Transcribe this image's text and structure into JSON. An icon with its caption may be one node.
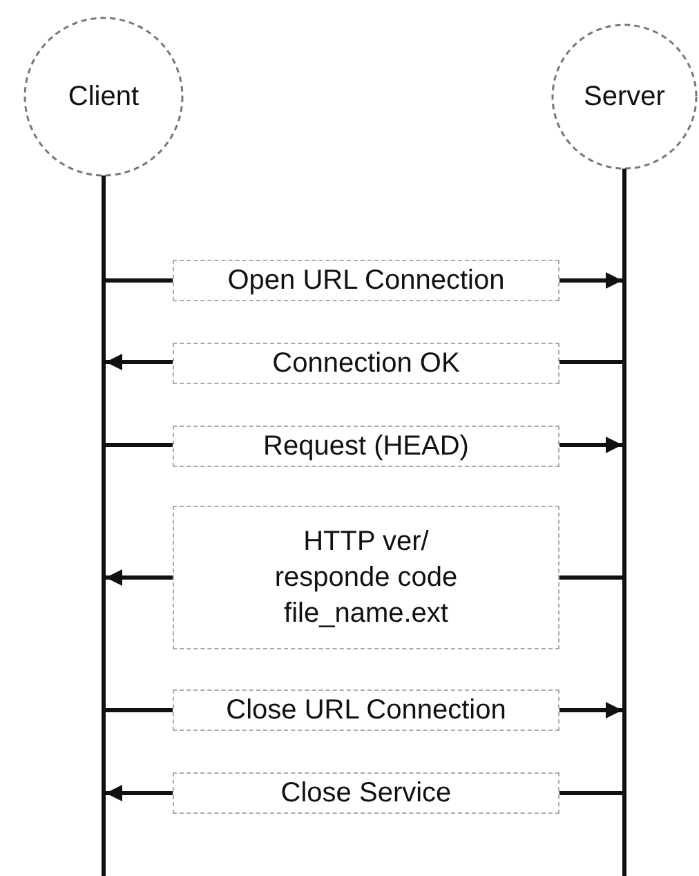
{
  "diagram": {
    "nodes": [
      {
        "text": [
          "Client"
        ]
      },
      {
        "text": [
          "Server"
        ]
      }
    ],
    "edges": [
      {
        "from": 0,
        "to": 1,
        "arrow": "to",
        "label": "Open URL Connection"
      },
      {
        "from": 1,
        "to": 0,
        "arrow": "to",
        "label": "Connection OK"
      },
      {
        "from": 0,
        "to": 1,
        "arrow": "to",
        "label": "Request (HEAD)"
      },
      {
        "from": 1,
        "to": 0,
        "arrow": "to",
        "label": "HTTP ver/ responde code file_name.ext"
      },
      {
        "from": 0,
        "to": 1,
        "arrow": "to",
        "label": "Close URL Connection"
      },
      {
        "from": 1,
        "to": 0,
        "arrow": "to",
        "label": "Close Service"
      }
    ]
  }
}
